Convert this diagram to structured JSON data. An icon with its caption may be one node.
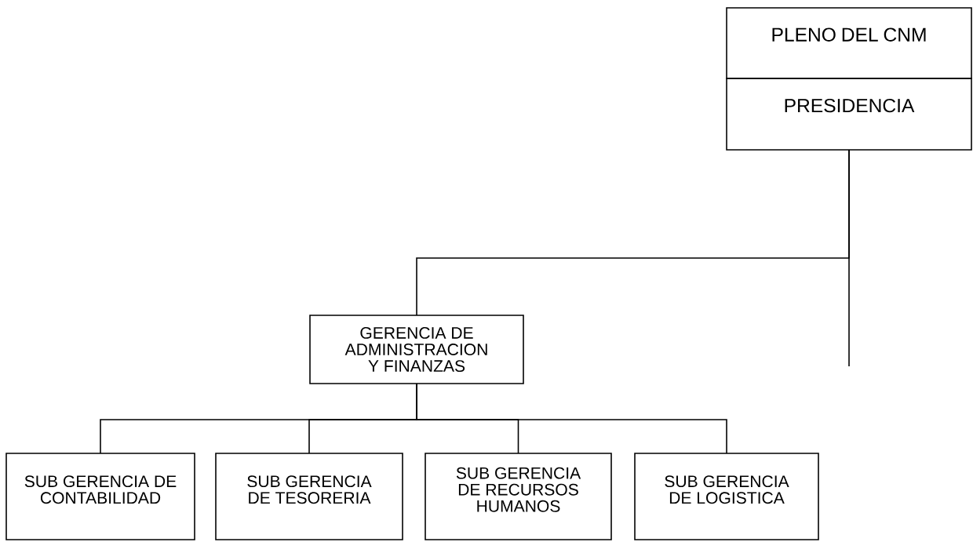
{
  "diagram": {
    "nodes": [
      {
        "text": [
          "PLENO DEL CNM"
        ]
      },
      {
        "text": [
          "PRESIDENCIA"
        ]
      },
      {
        "text": [
          "GERENCIA DE ADMINISTRACION Y FINANZAS"
        ]
      },
      {
        "text": [
          "SUB GERENCIA DE CONTABILIDAD"
        ]
      },
      {
        "text": [
          "SUB GERENCIA DE TESORERIA"
        ]
      },
      {
        "text": [
          "SUB GERENCIA DE RECURSOS HUMANOS"
        ]
      },
      {
        "text": [
          "SUB GERENCIA DE LOGISTICA"
        ]
      }
    ],
    "edges": [
      {
        "from": 1,
        "to": 2,
        "arrow": "none"
      },
      {
        "from": 1,
        "to": null,
        "arrow": "none"
      },
      {
        "from": 2,
        "to": 3,
        "arrow": "none"
      },
      {
        "from": 2,
        "to": 4,
        "arrow": "none"
      },
      {
        "from": 2,
        "to": 5,
        "arrow": "none"
      },
      {
        "from": 2,
        "to": 6,
        "arrow": "none"
      }
    ]
  }
}
